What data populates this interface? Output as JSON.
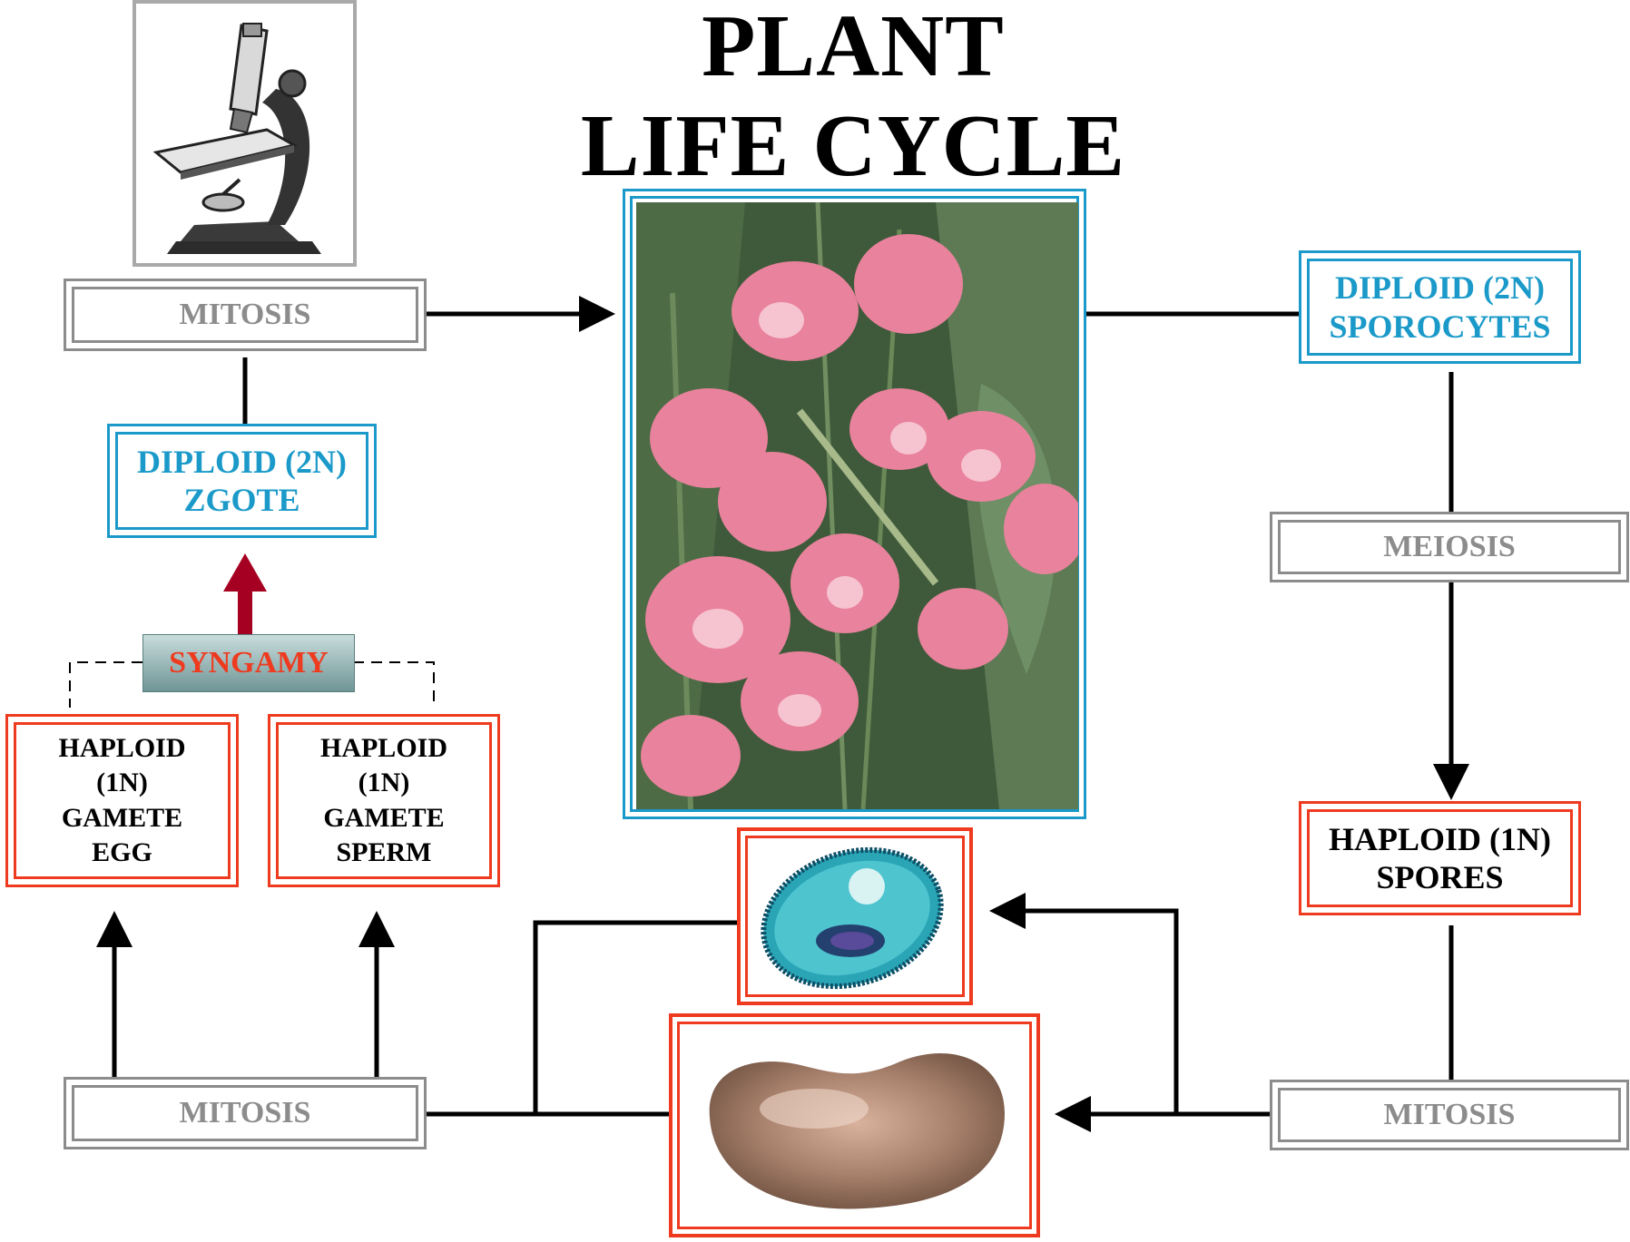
{
  "title": {
    "line1": "PLANT",
    "line2": "LIFE CYCLE"
  },
  "boxes": {
    "mitosis_top": "MITOSIS",
    "zygote_line1": "DIPLOID (2N)",
    "zygote_line2": "ZGOTE",
    "syngamy": "SYNGAMY",
    "egg": [
      "HAPLOID",
      "(1N)",
      "GAMETE",
      "EGG"
    ],
    "sperm": [
      "HAPLOID",
      "(1N)",
      "GAMETE",
      "SPERM"
    ],
    "mitosis_bottom_left": "MITOSIS",
    "sporocytes_line1": "DIPLOID (2N)",
    "sporocytes_line2": "SPOROCYTES",
    "meiosis": "MEIOSIS",
    "spores_line1": "HAPLOID (1N)",
    "spores_line2": "SPORES",
    "mitosis_bottom_right": "MITOSIS"
  },
  "colors": {
    "blue": "#1b9ac9",
    "red": "#ee3b1f",
    "gray": "#8c8c8c",
    "arrow_dark_red": "#a50021"
  },
  "images": {
    "microscope": "microscope-illustration",
    "flowers": "pink-sweet-pea-flowers-photo",
    "cell": "cyan-stained-pollen-cell-micrograph",
    "seed": "brown-kidney-bean-seed-photo"
  }
}
